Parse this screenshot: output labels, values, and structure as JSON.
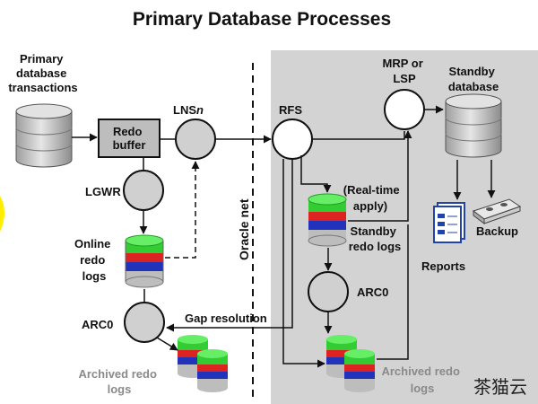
{
  "title": "Primary Database Processes",
  "labels": {
    "primary_tx_1": "Primary",
    "primary_tx_2": "database",
    "primary_tx_3": "transactions",
    "redo_buffer_1": "Redo",
    "redo_buffer_2": "buffer",
    "lns": "LNS",
    "lns_suffix": "n",
    "lgwr": "LGWR",
    "online_1": "Online",
    "online_2": "redo",
    "online_3": "logs",
    "arc0_primary": "ARC0",
    "arch_primary_1": "Archived redo",
    "arch_primary_2": "logs",
    "oracle_net": "Oracle net",
    "gap": "Gap resolution",
    "rfs": "RFS",
    "mrp_1": "MRP or",
    "mrp_2": "LSP",
    "standby_db_1": "Standby",
    "standby_db_2": "database",
    "realtime_1": "(Real-time",
    "realtime_2": "apply)",
    "standby_logs_1": "Standby",
    "standby_logs_2": "redo logs",
    "arc0_standby": "ARC0",
    "arch_standby_1": "Archived redo",
    "arch_standby_2": "logs",
    "reports": "Reports",
    "backup": "Backup",
    "watermark": "茶猫云"
  },
  "colors": {
    "standby_bg": "#d3d3d3",
    "log_green": "#33cc33",
    "log_red": "#dd2222",
    "log_blue": "#2233bb",
    "db_gray": "#bdbdbd",
    "accent_yellow": "#ffee00"
  },
  "icons": [
    "database-cylinder",
    "redo-log-stack",
    "reports-document",
    "backup-tape"
  ]
}
